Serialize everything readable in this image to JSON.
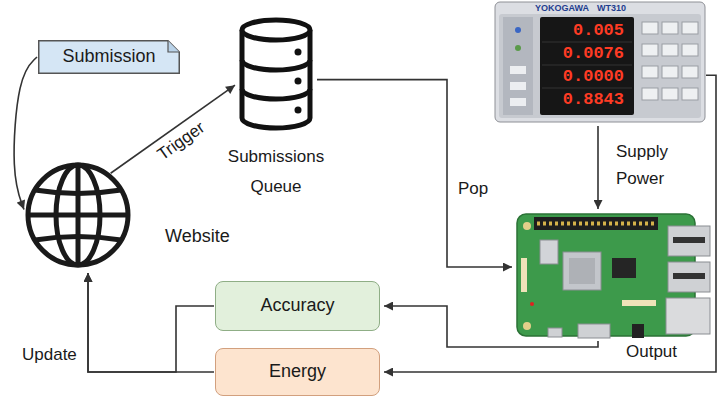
{
  "diagram": {
    "nodes": [
      {
        "text": [
          "Submission"
        ]
      },
      {
        "text": [
          "Website"
        ]
      },
      {
        "text": [
          "Submissions Queue"
        ]
      },
      {
        "text": [
          "YOKOGAWA",
          "WT310",
          "0.005",
          "0.0076",
          "0.0000",
          "0.8843"
        ]
      },
      {
        "text": []
      },
      {
        "text": [
          "Accuracy"
        ]
      },
      {
        "text": [
          "Energy"
        ]
      }
    ],
    "edges": [
      {
        "from": 0,
        "to": 1,
        "arrow": "to"
      },
      {
        "from": 1,
        "to": 2,
        "label": "Trigger",
        "arrow": "to"
      },
      {
        "from": 2,
        "to": 4,
        "label": "Pop",
        "arrow": "to"
      },
      {
        "from": 3,
        "to": 4,
        "label": "Supply Power",
        "arrow": "to"
      },
      {
        "from": 4,
        "to": 5,
        "label": "Output",
        "arrow": "to"
      },
      {
        "from": 3,
        "to": 6,
        "arrow": "to"
      },
      {
        "from": 5,
        "to": 1,
        "label": "Update",
        "arrow": "to"
      },
      {
        "from": 6,
        "to": 1,
        "arrow": "to"
      }
    ]
  }
}
